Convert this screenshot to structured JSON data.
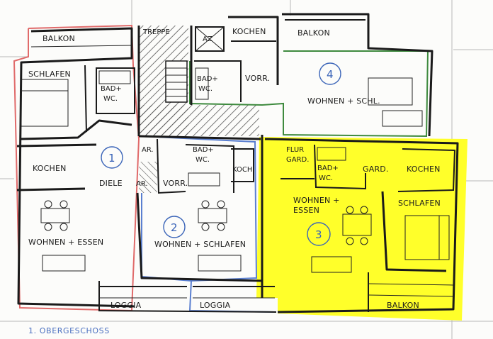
{
  "caption": "1. OBERGESCHOSS",
  "colors": {
    "unit1_outline": "#e06a6a",
    "unit2_outline": "#5a7fd0",
    "unit3_fill": "#ffff2a",
    "unit4_outline": "#3e8a3e",
    "unit_number": "#3a64b8",
    "hatch": "#555555"
  },
  "units": [
    {
      "number": "1",
      "rooms": [
        "BALKON",
        "SCHLAFEN",
        "BAD+",
        "WC.",
        "KOCHEN",
        "DIELE",
        "AR.",
        "WOHNEN + ESSEN",
        "LOGGIA"
      ]
    },
    {
      "number": "2",
      "rooms": [
        "AR.",
        "BAD+",
        "WC.",
        "KOCH.",
        "VORR.",
        "WOHNEN + SCHLAFEN",
        "LOGGIA"
      ]
    },
    {
      "number": "3",
      "rooms": [
        "FLUR",
        "GARD.",
        "BAD+",
        "WC.",
        "GARD.",
        "KOCHEN",
        "WOHNEN +",
        "ESSEN",
        "SCHLAFEN",
        "BALKON"
      ]
    },
    {
      "number": "4",
      "rooms": [
        "KOCHEN",
        "BALKON",
        "BAD+",
        "WC.",
        "VORR.",
        "WOHNEN + SCHL."
      ]
    }
  ],
  "core": {
    "stair": "TREPPE",
    "lift": "AZ"
  }
}
